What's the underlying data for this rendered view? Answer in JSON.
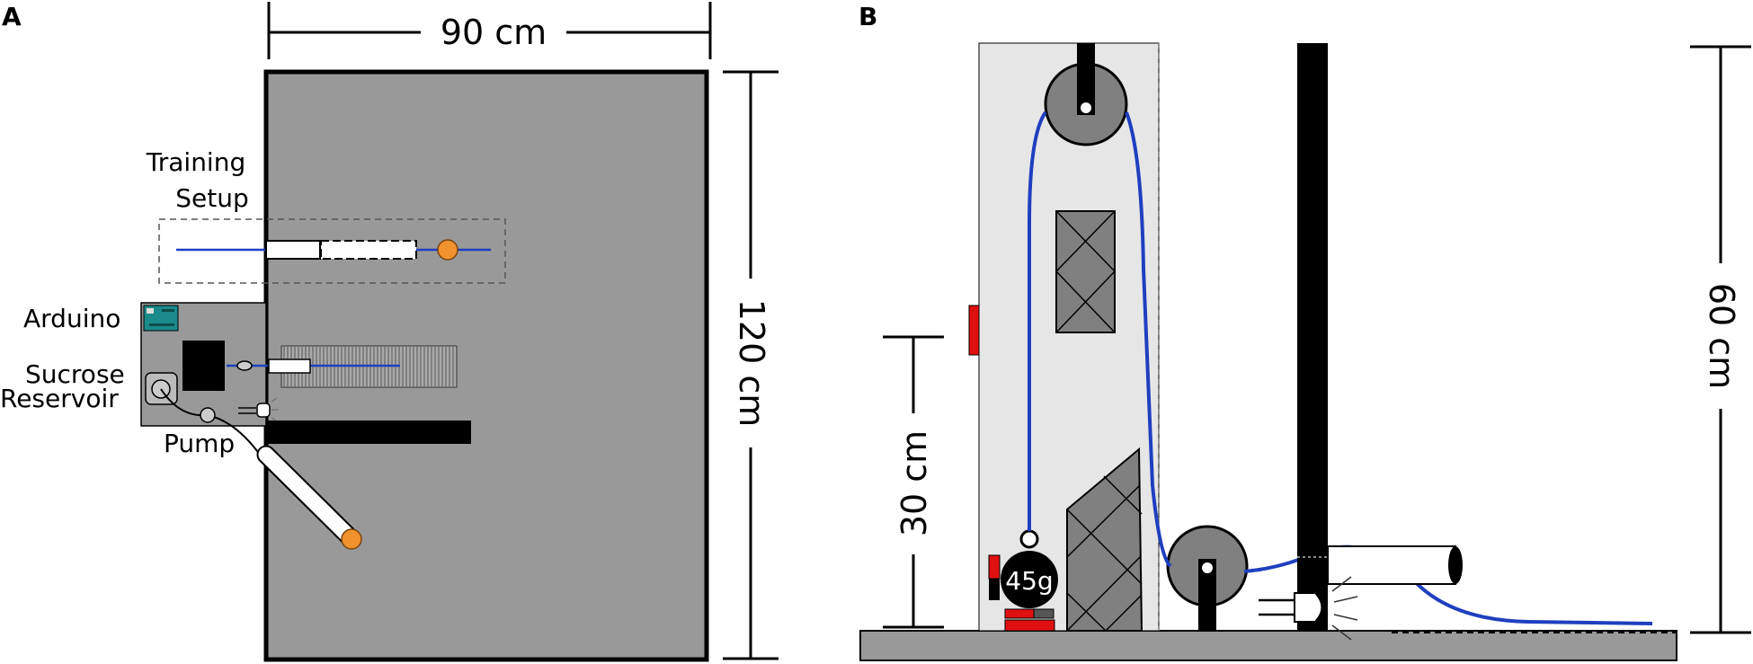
{
  "panel_a": {
    "letter": "A",
    "width_label": "90 cm",
    "height_label": "120 cm",
    "training_label_line1": "Training",
    "training_label_line2": "Setup",
    "arduino_label": "Arduino",
    "reservoir_label_line1": "Sucrose",
    "reservoir_label_line2": "Reservoir",
    "pump_label": "Pump"
  },
  "panel_b": {
    "letter": "B",
    "height_label": "60 cm",
    "short_height_label": "30 cm",
    "weight_label": "45g"
  },
  "colors": {
    "arena": "#999999",
    "tube": "#1f3fbf",
    "ball": "#f0922e",
    "panel_bg": "#e6e6e6",
    "red": "#e01010",
    "arduino": "#1a8a8a"
  }
}
